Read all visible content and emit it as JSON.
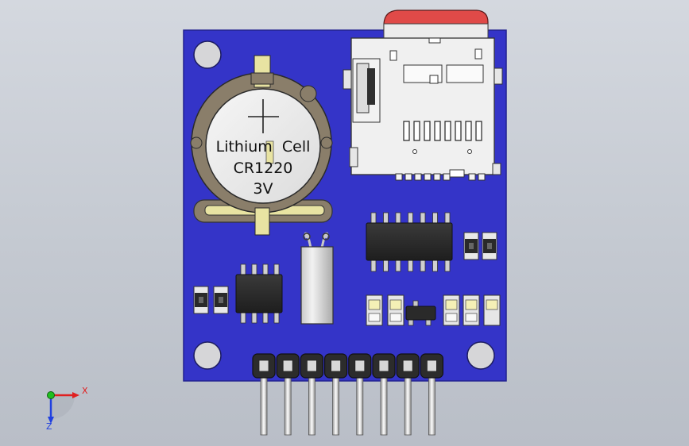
{
  "viewport": {
    "name": "3D model viewport",
    "background_top": "#d4d8df",
    "background_bottom": "#b9bec7"
  },
  "board": {
    "pcb_color": "#3434c8",
    "pcb_edge": "#22228f",
    "battery_label_line1": "Lithium  Cell",
    "battery_label_line2": "CR1220",
    "battery_label_line3": "3V",
    "sd_card_color": "#e04a48",
    "header_pin_count": 8,
    "ic_soic14_pins_per_side": 7,
    "ic_soic8_pins_per_side": 4
  },
  "triad": {
    "x_label": "X",
    "z_label": "Z",
    "x_color": "#e02020",
    "y_color": "#20c020",
    "z_color": "#2040e0"
  }
}
